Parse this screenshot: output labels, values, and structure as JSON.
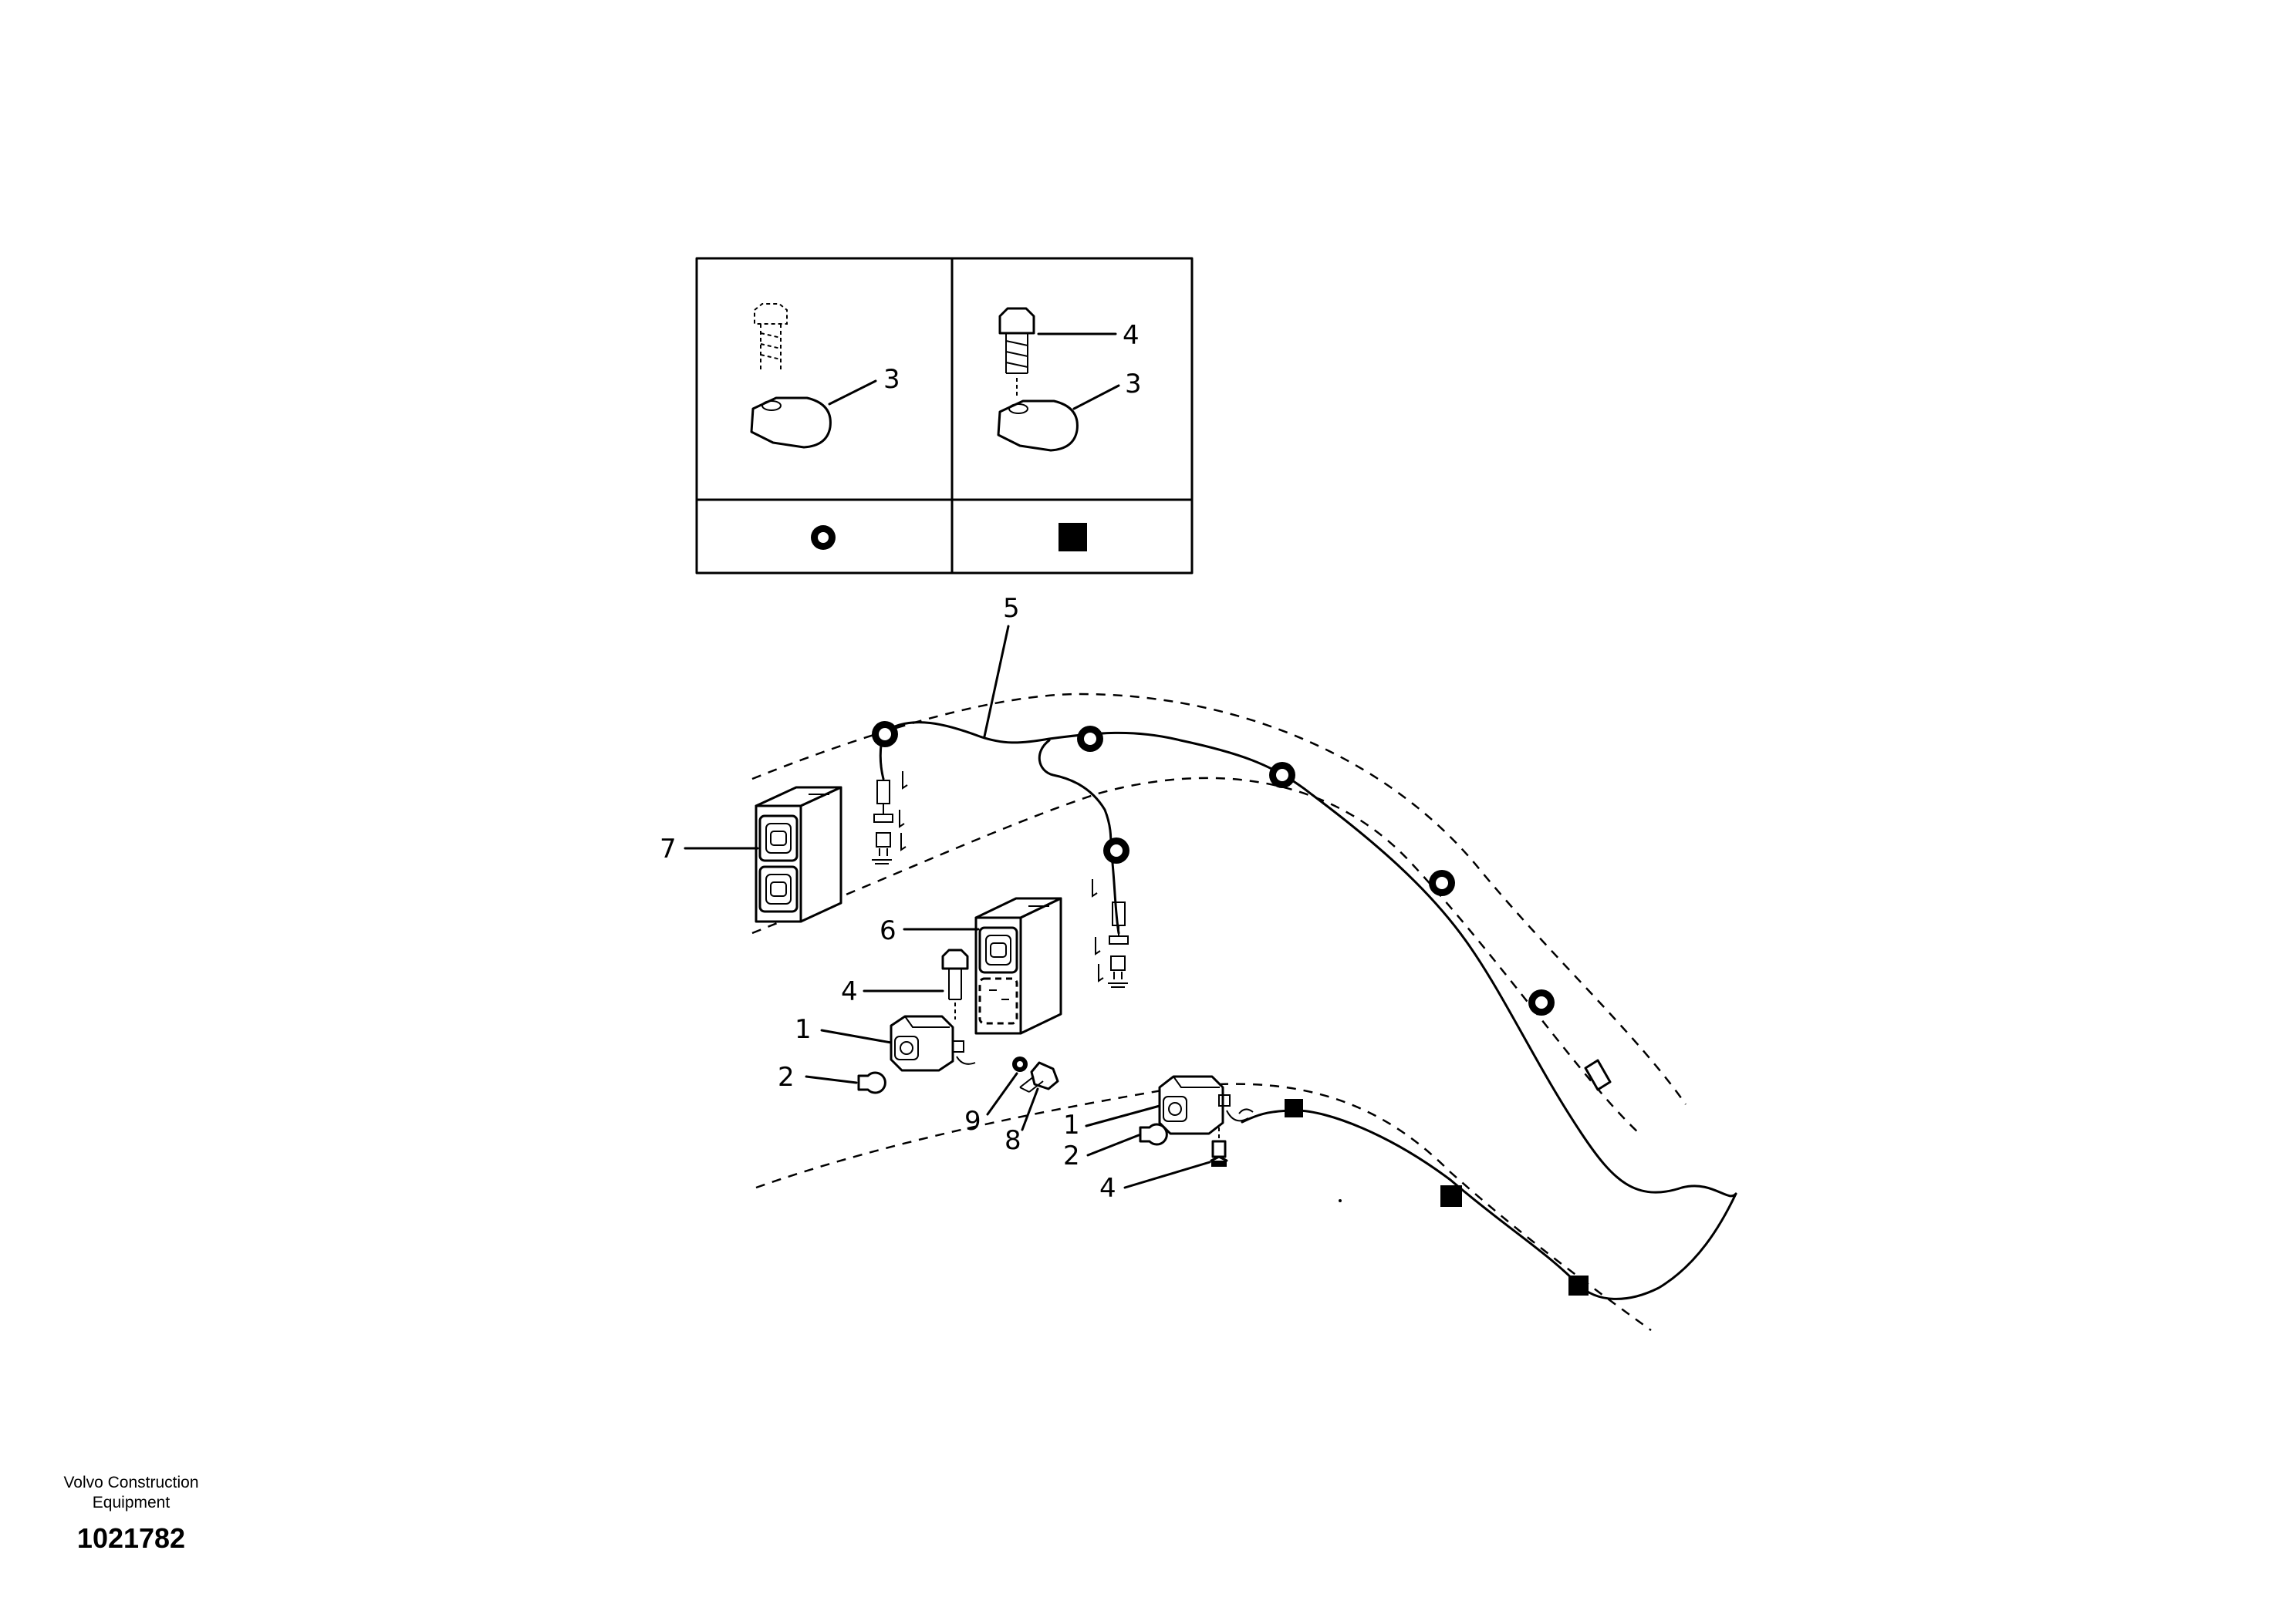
{
  "footer": {
    "brand_line1": "Volvo Construction",
    "brand_line2": "Equipment",
    "drawing_number": "1021782"
  },
  "legend": {
    "cells": [
      {
        "symbol": "round-ring-marker",
        "callouts": [
          "3"
        ]
      },
      {
        "symbol": "square-marker",
        "callouts": [
          "4",
          "3"
        ]
      }
    ]
  },
  "callouts": {
    "c5": "5",
    "c7": "7",
    "c6": "6",
    "c4a": "4",
    "c1a": "1",
    "c2a": "2",
    "c9": "9",
    "c8": "8",
    "c1b": "1",
    "c2b": "2",
    "c4b": "4",
    "legend_c3_left": "3",
    "legend_c4_right": "4",
    "legend_c3_right": "3"
  }
}
